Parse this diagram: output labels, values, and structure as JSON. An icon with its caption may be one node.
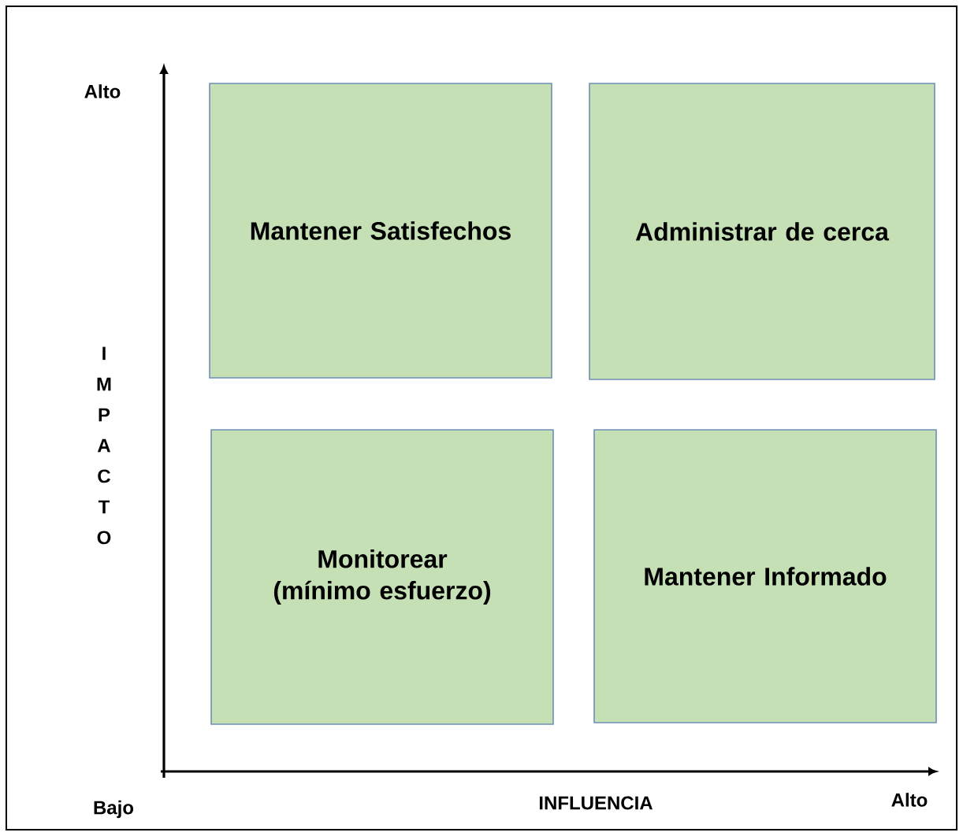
{
  "diagram": {
    "nodes": [
      {
        "text": [
          "Mantener Satisfechos"
        ]
      },
      {
        "text": [
          "Administrar de cerca"
        ]
      },
      {
        "text": [
          "Monitorear (mínimo esfuerzo)"
        ]
      },
      {
        "text": [
          "Mantener Informado"
        ]
      }
    ],
    "labels": [
      "Alto",
      "IMPACTO",
      "Bajo",
      "INFLUENCIA",
      "Alto"
    ]
  }
}
